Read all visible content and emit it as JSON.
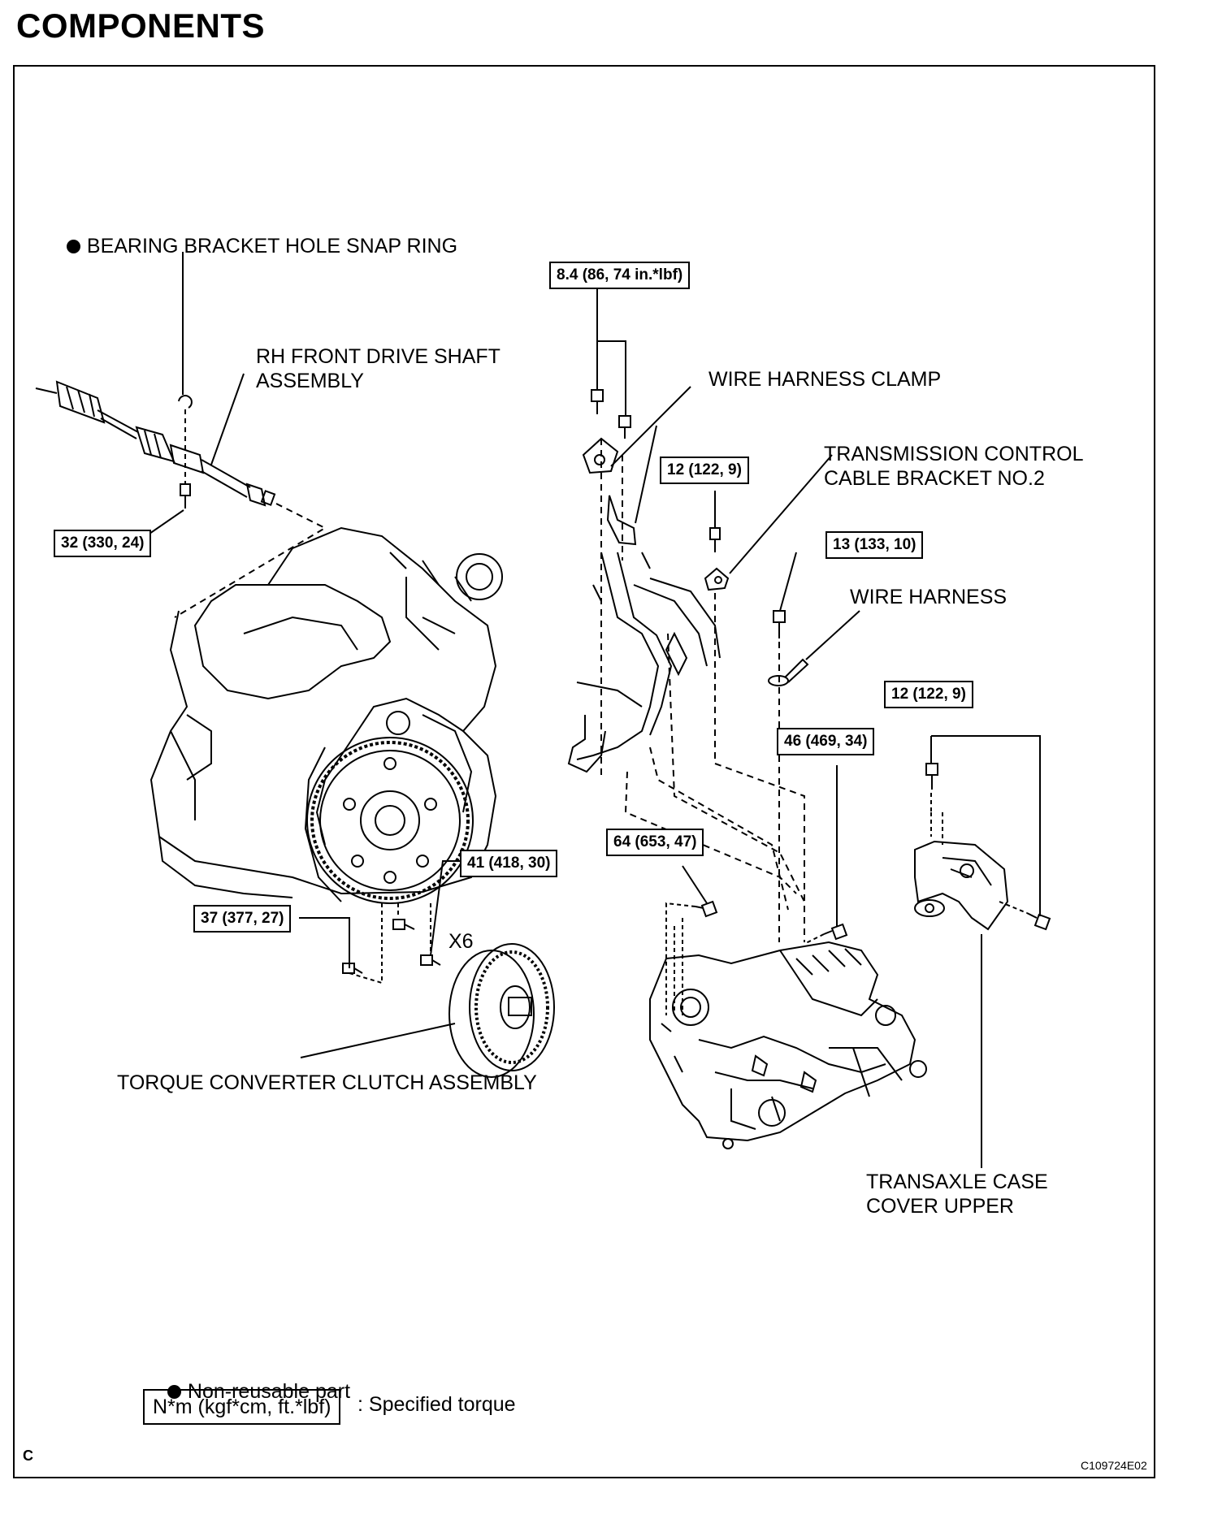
{
  "title": "COMPONENTS",
  "labels": {
    "snap_ring": "BEARING BRACKET HOLE SNAP RING",
    "drive_shaft": "RH FRONT DRIVE SHAFT\nASSEMBLY",
    "wire_harness_clamp": "WIRE HARNESS CLAMP",
    "cable_bracket": "TRANSMISSION CONTROL\nCABLE BRACKET NO.2",
    "wire_harness": "WIRE HARNESS",
    "torque_converter": "TORQUE CONVERTER CLUTCH ASSEMBLY",
    "case_cover": "TRANSAXLE CASE\nCOVER UPPER",
    "x6": "X6"
  },
  "torques": {
    "t_8_4": "8.4 (86, 74 in.*lbf)",
    "t_32": "32 (330, 24)",
    "t_12_a": "12 (122, 9)",
    "t_13": "13 (133, 10)",
    "t_12_b": "12 (122, 9)",
    "t_46": "46 (469, 34)",
    "t_64": "64 (653, 47)",
    "t_41": "41 (418, 30)",
    "t_37": "37 (377, 27)"
  },
  "legend": {
    "non_reusable": "Non-reusable part",
    "torque_unit": "N*m (kgf*cm, ft.*lbf)",
    "specified_torque": ": Specified torque"
  },
  "footer": {
    "corner_letter": "C",
    "figure_code": "C109724E02"
  }
}
